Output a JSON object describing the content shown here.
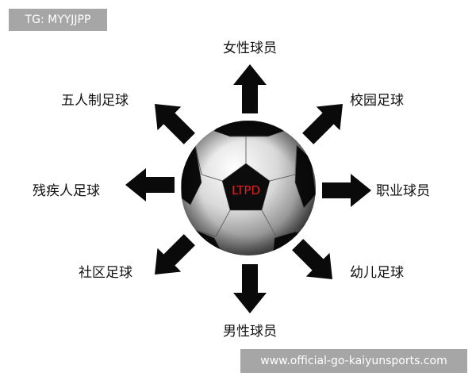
{
  "watermarks": {
    "top": "TG: MYYJJPP",
    "bottom": "www.official-go-kaiyunsports.com"
  },
  "center": {
    "label": "LTPD",
    "label_color": "#e02020"
  },
  "nodes": [
    {
      "id": "n",
      "label": "女性球员"
    },
    {
      "id": "ne",
      "label": "校园足球"
    },
    {
      "id": "e",
      "label": "职业球员"
    },
    {
      "id": "se",
      "label": "幼儿足球"
    },
    {
      "id": "s",
      "label": "男性球员"
    },
    {
      "id": "sw",
      "label": "社区足球"
    },
    {
      "id": "w",
      "label": "残疾人足球"
    },
    {
      "id": "nw",
      "label": "五人制足球"
    }
  ],
  "colors": {
    "arrow": "#0a0a0a",
    "panel": "#111111",
    "watermark_bg": "#a6a6a6"
  }
}
